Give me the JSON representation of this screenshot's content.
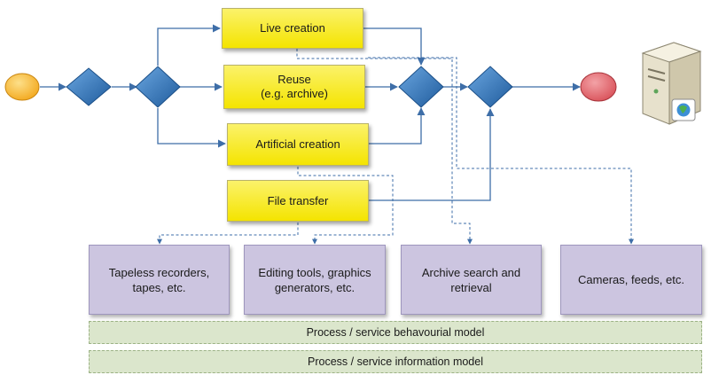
{
  "processes": {
    "live_creation": "Live creation",
    "reuse": [
      "Reuse",
      "(e.g. archive)"
    ],
    "artificial_creation": "Artificial creation",
    "file_transfer": "File transfer"
  },
  "resources": {
    "tapeless": [
      "Tapeless recorders,",
      "tapes, etc."
    ],
    "editing": [
      "Editing tools, graphics",
      "generators, etc."
    ],
    "archive": [
      "Archive search and",
      "retrieval"
    ],
    "cameras": [
      "Cameras, feeds, etc."
    ]
  },
  "models": {
    "behavioural": "Process / service behavourial model",
    "information": "Process / service information model"
  },
  "icons": {
    "start": "start-event-icon",
    "end": "end-event-icon",
    "gateway": "gateway-diamond-icon",
    "server": "server-computer-icon"
  },
  "colors": {
    "start_event": "#f3a81d",
    "end_event": "#d9525a",
    "gateway": "#2f72b7",
    "process_fill": "#f7ea1a",
    "resource_fill": "#ccc5e0",
    "model_fill": "#dbe6cc",
    "flow_line": "#3e6ea8"
  }
}
